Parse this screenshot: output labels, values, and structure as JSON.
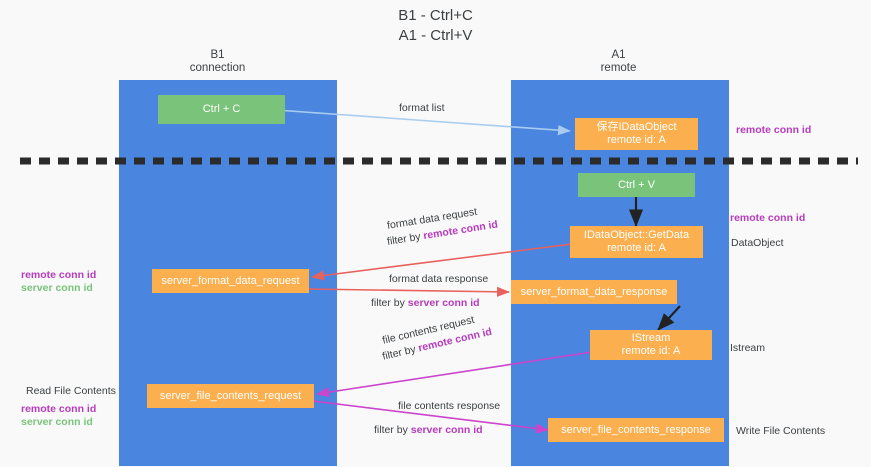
{
  "title": {
    "line1": "B1 - Ctrl+C",
    "line2": "A1 - Ctrl+V"
  },
  "columns": [
    {
      "name": "B1",
      "sub": "connection"
    },
    {
      "name": "A1",
      "sub": "remote"
    }
  ],
  "nodes": {
    "ctrl_c": {
      "label": "Ctrl + C"
    },
    "save_idataobject": {
      "label": "保存IDataObject",
      "sub": "remote id: A"
    },
    "ctrl_v": {
      "label": "Ctrl + V"
    },
    "getdata": {
      "label": "IDataObject::GetData",
      "sub": "remote id: A"
    },
    "fmt_req": {
      "label": "server_format_data_request"
    },
    "fmt_resp": {
      "label": "server_format_data_response"
    },
    "istream": {
      "label": "IStream",
      "sub": "remote id: A"
    },
    "file_req": {
      "label": "server_file_contents_request"
    },
    "file_resp": {
      "label": "server_file_contents_response"
    }
  },
  "edges": {
    "format_list": {
      "label": "format list"
    },
    "fmt_data_request": {
      "label": "format data request",
      "filter_prefix": "filter by ",
      "filter_key": "remote conn id"
    },
    "fmt_data_response": {
      "label": "format data response",
      "filter_prefix": "filter by ",
      "filter_key": "server conn id"
    },
    "file_request": {
      "label": "file contents request",
      "filter_prefix": "filter by ",
      "filter_key": "remote conn id"
    },
    "file_response": {
      "label": "file contents response",
      "filter_prefix": "filter by ",
      "filter_key": "server conn id"
    }
  },
  "annotations": {
    "right_remote_top": "remote conn id",
    "right_remote_mid": "remote conn id",
    "right_dataobject": "DataObject",
    "right_istream": "Istream",
    "right_write_file": "Write File Contents",
    "left_remote_conn_id": "remote conn id",
    "left_server_conn_id": "server conn id",
    "left_read_file": "Read File Contents",
    "left_remote_conn_id2": "remote conn id",
    "left_server_conn_id2": "server conn id"
  },
  "colors": {
    "lane": "#4a86e0",
    "green_node": "#79c47a",
    "orange_node": "#fbaf4e",
    "accent_purple": "#b83bbd",
    "arrow_blue": "#a8cdf0",
    "arrow_red": "#e8615c",
    "arrow_magenta": "#cc44cc",
    "arrow_black": "#222222",
    "background": "#f9f9f9"
  }
}
